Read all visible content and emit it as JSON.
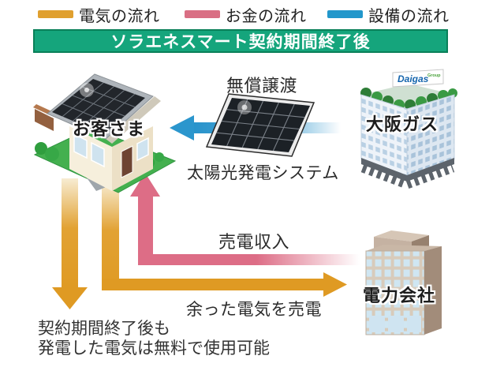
{
  "diagram": {
    "legend": [
      {
        "label": "電気の流れ",
        "color": "#E0A02F"
      },
      {
        "label": "お金の流れ",
        "color": "#D96F84"
      },
      {
        "label": "設備の流れ",
        "color": "#2297CB"
      }
    ],
    "title_banner": {
      "text": "ソラエネスマート契約期間終了後",
      "bg": "#15A57C",
      "border": "#0A8059",
      "text_color": "#FFFFFF"
    },
    "entities": {
      "customer": {
        "label": "お客さま"
      },
      "osaka_gas": {
        "label": "大阪ガス",
        "rooftop_sign_brand": "Daigas",
        "rooftop_sign_suffix": "Group"
      },
      "power_company": {
        "label": "電力会社"
      }
    },
    "flows": {
      "equipment_transfer": {
        "label": "無償譲渡",
        "system_label": "太陽光発電システム",
        "color": "#2B96CD"
      },
      "sale_income": {
        "label": "売電収入",
        "color": "#DD6D86"
      },
      "surplus_sale": {
        "label": "余った電気を売電",
        "color": "#DF9A23"
      },
      "note_line1": "契約期間終了後も",
      "note_line2": "発電した電気は無料で使用可能"
    }
  }
}
